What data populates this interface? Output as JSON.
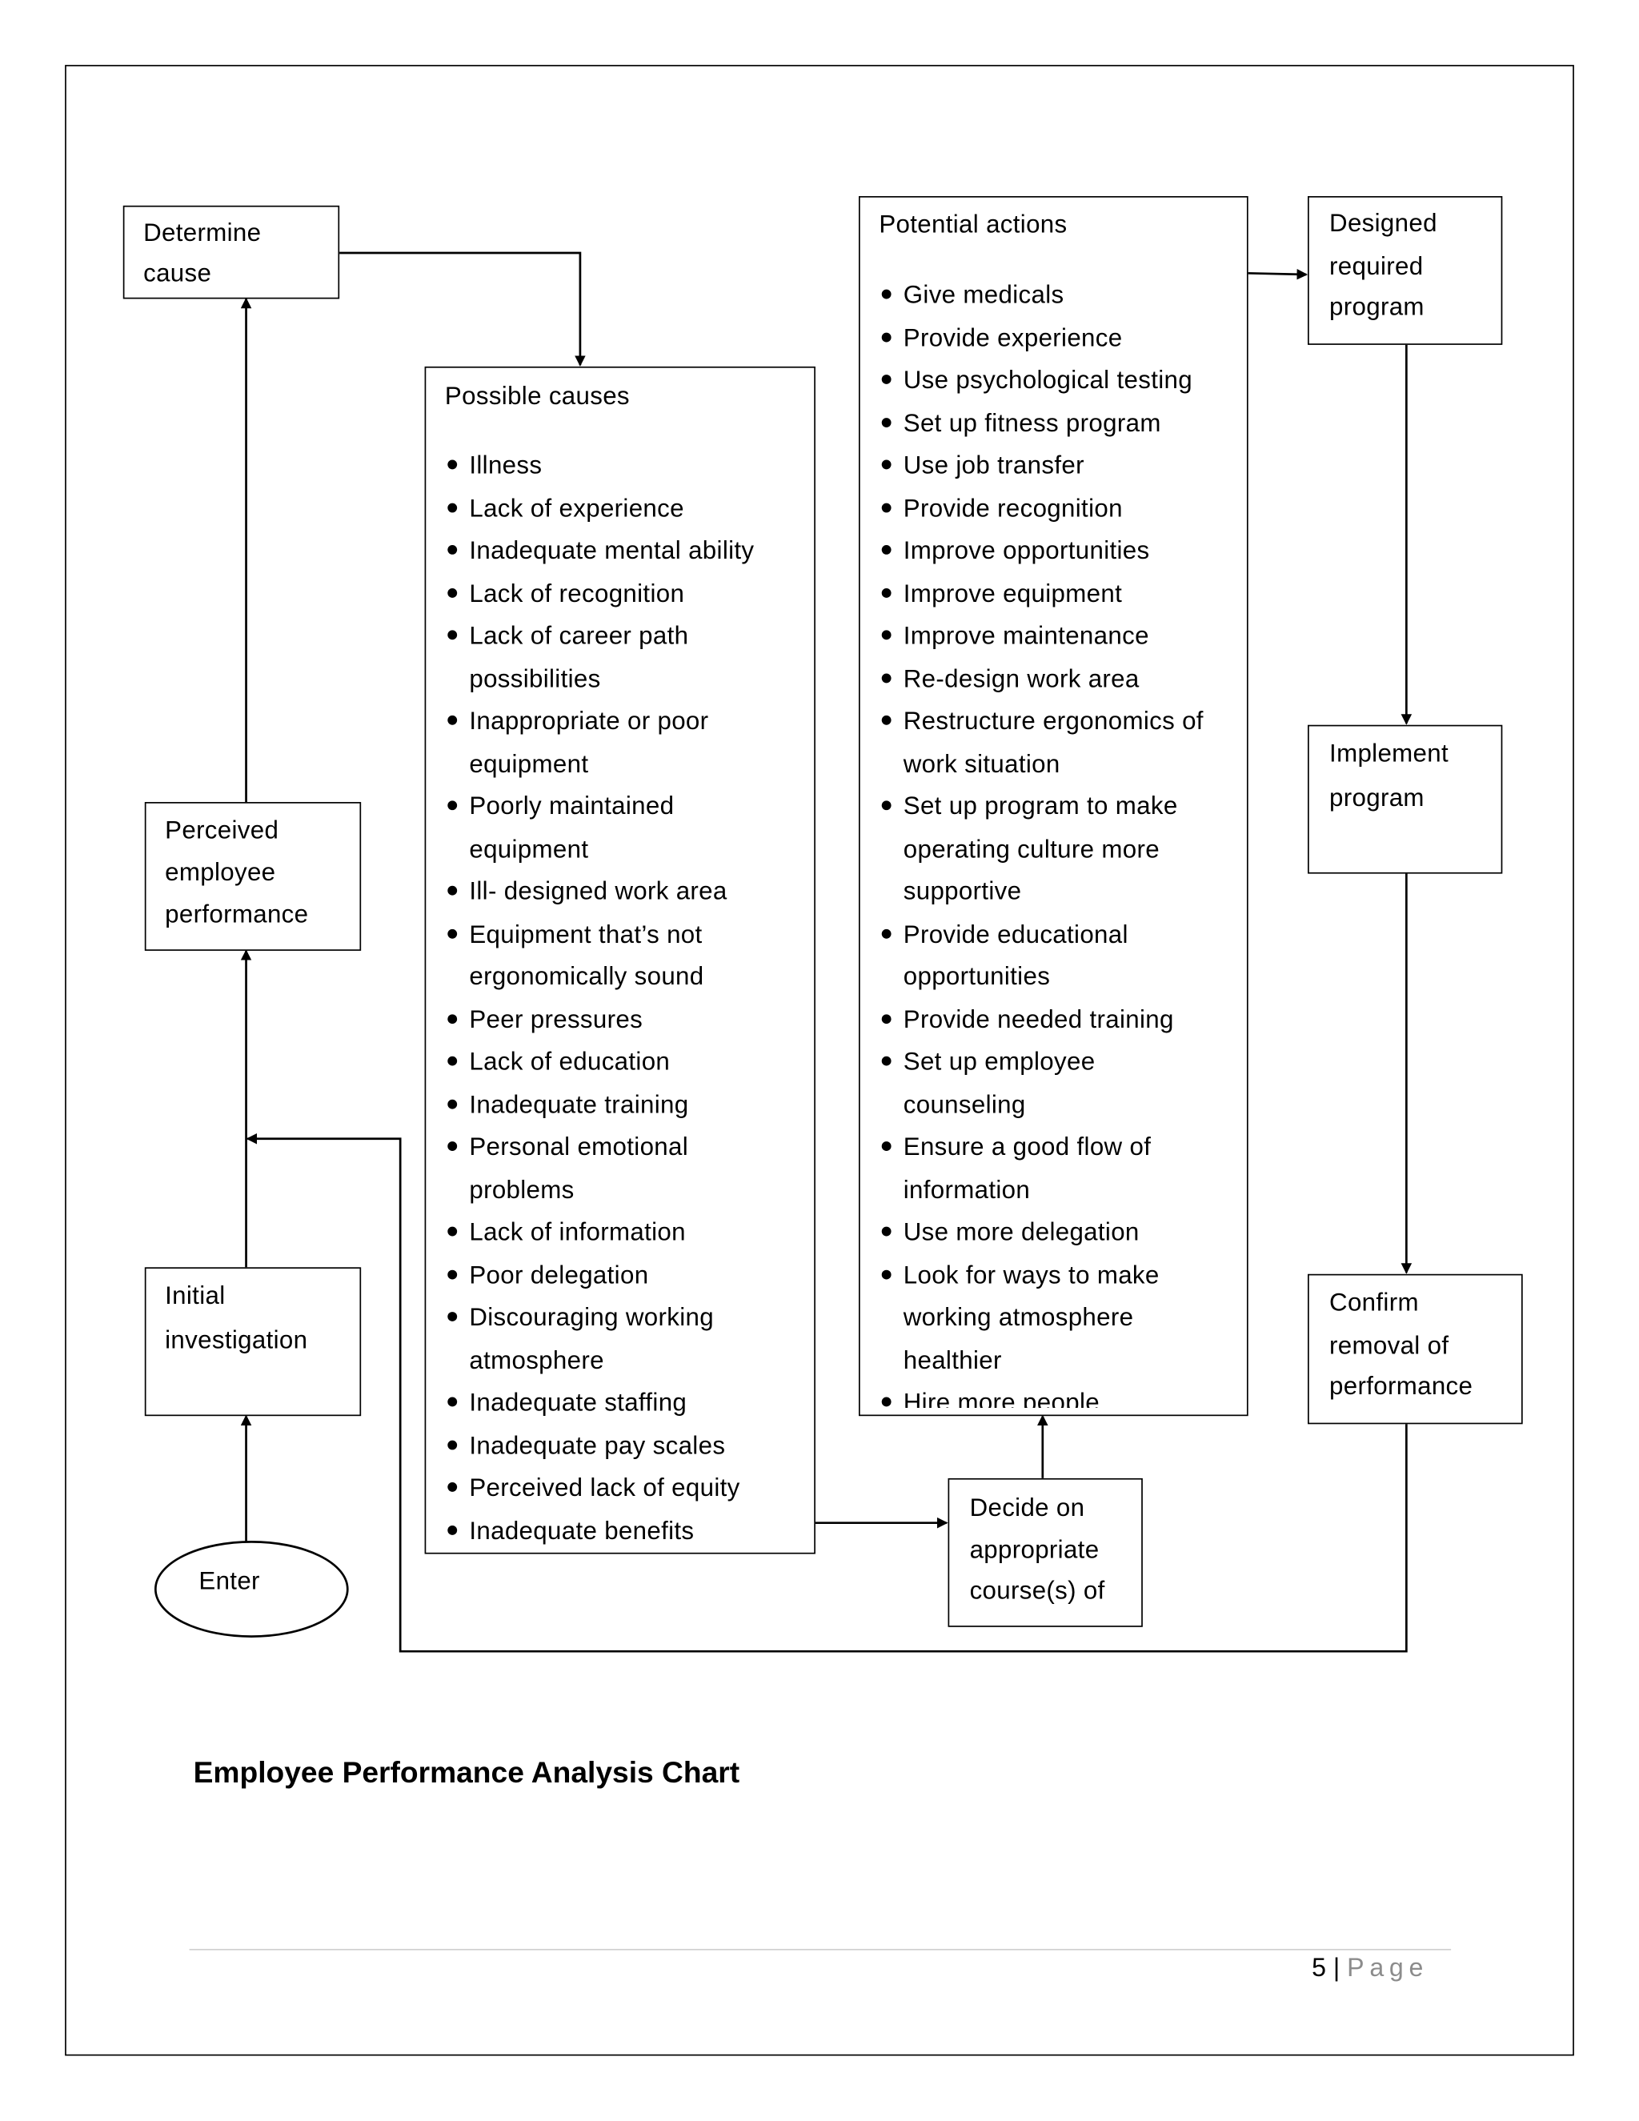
{
  "diagram": {
    "caption": "Employee Performance Analysis Chart",
    "nodes": {
      "determine_cause": {
        "lines": [
          "Determine",
          "cause"
        ]
      },
      "perceived": {
        "lines": [
          "Perceived",
          "employee",
          "performance"
        ]
      },
      "initial": {
        "lines": [
          "Initial",
          "investigation"
        ]
      },
      "enter": {
        "label": "Enter"
      },
      "possible_causes": {
        "title": "Possible causes",
        "items": [
          [
            "Illness"
          ],
          [
            "Lack of experience"
          ],
          [
            "Inadequate mental ability"
          ],
          [
            "Lack of recognition"
          ],
          [
            "Lack of career path",
            "possibilities"
          ],
          [
            "Inappropriate or poor",
            "equipment"
          ],
          [
            "Poorly maintained",
            "equipment"
          ],
          [
            "Ill- designed work area"
          ],
          [
            "Equipment that’s not",
            "ergonomically sound"
          ],
          [
            "Peer pressures"
          ],
          [
            "Lack of education"
          ],
          [
            "Inadequate training"
          ],
          [
            "Personal emotional",
            "problems"
          ],
          [
            "Lack of information"
          ],
          [
            "Poor delegation"
          ],
          [
            "Discouraging working",
            "atmosphere"
          ],
          [
            "Inadequate staffing"
          ],
          [
            "Inadequate pay scales"
          ],
          [
            "Perceived lack of equity"
          ],
          [
            "Inadequate benefits"
          ]
        ]
      },
      "potential_actions": {
        "title": "Potential actions",
        "items": [
          [
            "Give medicals"
          ],
          [
            "Provide experience"
          ],
          [
            "Use psychological testing"
          ],
          [
            "Set up fitness program"
          ],
          [
            "Use job transfer"
          ],
          [
            "Provide recognition"
          ],
          [
            "Improve opportunities"
          ],
          [
            "Improve equipment"
          ],
          [
            "Improve maintenance"
          ],
          [
            "Re-design work area"
          ],
          [
            "Restructure ergonomics of",
            "work situation"
          ],
          [
            "Set up program to make",
            "operating culture more",
            "supportive"
          ],
          [
            "Provide educational",
            "opportunities"
          ],
          [
            "Provide needed training"
          ],
          [
            "Set up employee",
            "counseling"
          ],
          [
            "Ensure a good flow of",
            "information"
          ],
          [
            "Use more delegation"
          ],
          [
            "Look for ways to make",
            "working atmosphere",
            "healthier"
          ],
          [
            "Hire more people"
          ]
        ]
      },
      "designed": {
        "lines": [
          "Designed",
          "required",
          "program"
        ]
      },
      "implement": {
        "lines": [
          "Implement",
          "program"
        ]
      },
      "confirm": {
        "lines": [
          "Confirm",
          "removal of",
          "performance"
        ]
      },
      "decide": {
        "lines": [
          "Decide on",
          "appropriate",
          "course(s) of"
        ]
      }
    }
  },
  "footer": {
    "page_number": "5",
    "separator": "|",
    "page_label": "Page"
  }
}
